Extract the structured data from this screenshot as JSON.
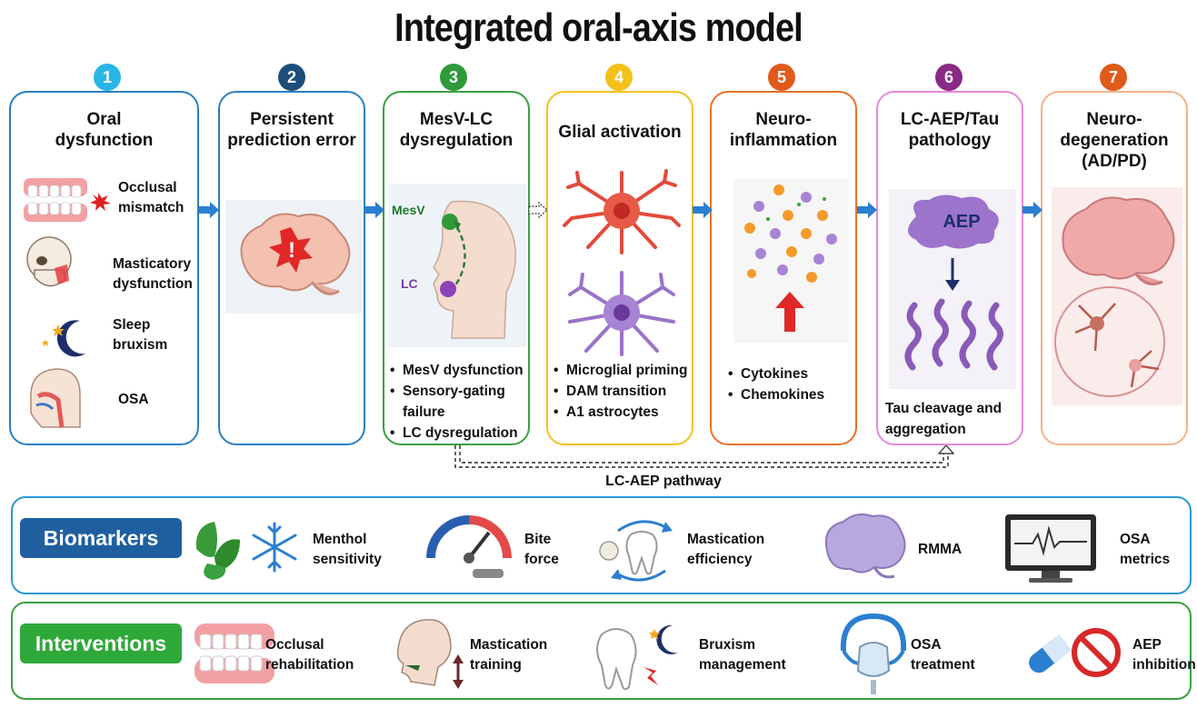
{
  "title": "Integrated oral-axis model",
  "stages": [
    {
      "number": "1",
      "title": "Oral\ndysfunction",
      "color": "#29b6e6",
      "border": "#2a7fc0"
    },
    {
      "number": "2",
      "title": "Persistent\nprediction error",
      "color": "#1d4e7a",
      "border": "#2a7fc0"
    },
    {
      "number": "3",
      "title": "MesV-LC\ndysregulation",
      "color": "#2e9a3a",
      "border": "#3aa040",
      "bullets": [
        "MesV dysfunction",
        "Sensory-gating\nfailure",
        "LC dysregulation"
      ]
    },
    {
      "number": "4",
      "title": "Glial activation",
      "color": "#f2c21b",
      "border": "#f2c21b",
      "bullets": [
        "Microglial priming",
        "DAM transition",
        "A1 astrocytes"
      ]
    },
    {
      "number": "5",
      "title": "Neuro-\ninflammation",
      "color": "#e05a1a",
      "border": "#e8712a",
      "bullets": [
        "Cytokines",
        "Chemokines"
      ]
    },
    {
      "number": "6",
      "title": "LC-AEP/Tau\npathology",
      "color": "#8a2a86",
      "border": "#e58ad8",
      "caption": "Tau cleavage and\naggregation"
    },
    {
      "number": "7",
      "title": "Neuro-\ndegeneration\n(AD/PD)",
      "color": "#e05a1a",
      "border": "#f2b48a"
    }
  ],
  "oral_items": [
    "Occlusal\nmismatch",
    "Masticatory\ndysfunction",
    "Sleep\nbruxism",
    "OSA"
  ],
  "stage3_labels": {
    "mesv": "MesV",
    "lc": "LC"
  },
  "stage6_cloud": "AEP",
  "pathway_label": "LC-AEP pathway",
  "biomarkers": {
    "label": "Biomarkers",
    "color": "#1f5fa0",
    "border": "#2a9ad6",
    "items": [
      {
        "icon": "mint-snowflake-icon",
        "label": "Menthol\nsensitivity"
      },
      {
        "icon": "gauge-icon",
        "label": "Bite\nforce"
      },
      {
        "icon": "tooth-cycle-icon",
        "label": "Mastication\nefficiency"
      },
      {
        "icon": "brain-icon",
        "label": "RMMA"
      },
      {
        "icon": "monitor-icon",
        "label": "OSA\nmetrics"
      }
    ]
  },
  "interventions": {
    "label": "Interventions",
    "color": "#2fa83a",
    "border": "#3aa040",
    "items": [
      {
        "icon": "denture-icon",
        "label": "Occlusal\nrehabilitation"
      },
      {
        "icon": "head-profile-icon",
        "label": "Mastication\ntraining"
      },
      {
        "icon": "tooth-moon-icon",
        "label": "Bruxism\nmanagement"
      },
      {
        "icon": "cpap-mask-icon",
        "label": "OSA\ntreatment"
      },
      {
        "icon": "pill-no-icon",
        "label": "AEP\ninhibition"
      }
    ]
  }
}
